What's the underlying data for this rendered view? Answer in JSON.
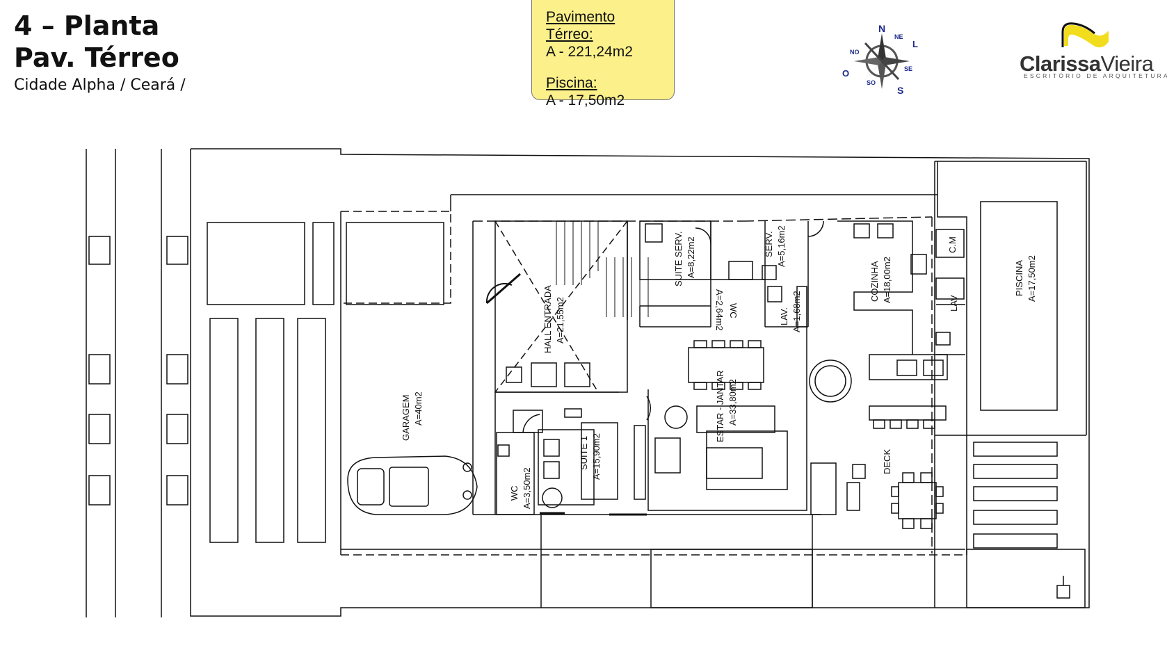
{
  "title": {
    "line1": "4 – Planta",
    "line2": "Pav. Térreo",
    "location": "Cidade Alpha / Ceará   /"
  },
  "areas": {
    "ground_label": "Pavimento Térreo:",
    "ground_value": "A - 221,24m2",
    "pool_label": "Piscina:",
    "pool_value": "A - 17,50m2",
    "box_color": "#fbf08a"
  },
  "compass": {
    "n": "N",
    "ne": "NE",
    "l": "L",
    "se": "SE",
    "s": "S",
    "so": "SO",
    "o": "O",
    "no": "NO"
  },
  "logo": {
    "first": "Clarissa",
    "last": "Vieira",
    "subtitle": "ESCRITÓRIO DE ARQUITETURA",
    "accent_color": "#f2dc1e"
  },
  "rooms": {
    "garagem": {
      "name": "GARAGEM",
      "area": "A=40m2"
    },
    "hall": {
      "name": "HALL ENTRADA",
      "area": "A=21,55m2"
    },
    "suite_serv": {
      "name": "SUITE SERV.",
      "area": "A=8,22m2"
    },
    "serv": {
      "name": "SERV.",
      "area": "A=5,16m2"
    },
    "wc_serv": {
      "name": "WC",
      "area": "A=2,64m2"
    },
    "lav": {
      "name": "LAV.",
      "area": "A=1,68m2"
    },
    "cozinha": {
      "name": "COZINHA",
      "area": "A=18,00m2"
    },
    "cm": {
      "name": "C.M"
    },
    "lav2": {
      "name": "LAV"
    },
    "piscina": {
      "name": "PISCINA",
      "area": "A=17,50m2"
    },
    "estar": {
      "name": "ESTAR - JANTAR",
      "area": "A=33,80m2"
    },
    "suite1": {
      "name": "SUITE 1",
      "area": "A=15,90m2"
    },
    "wc": {
      "name": "WC",
      "area": "A=3,50m2"
    },
    "deck": {
      "name": "DECK"
    }
  }
}
